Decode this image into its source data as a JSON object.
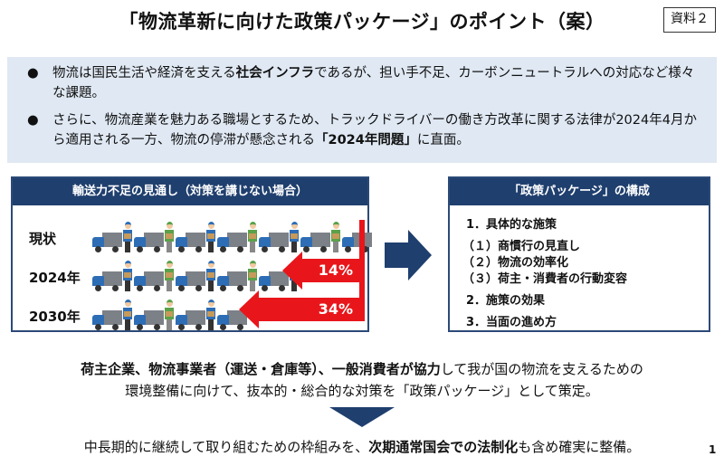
{
  "title": "「物流革新に向けた政策パッケージ」のポイント（案）",
  "doc_tag": "資料２",
  "intro": {
    "b1_pre": "物流は国民生活や経済を支える",
    "b1_bold": "社会インフラ",
    "b1_post": "であるが、担い手不足、カーボンニュートラルへの対応など様々な課題。",
    "b2_pre": "さらに、物流産業を魅力ある職場とするため、トラックドライバーの働き方改革に関する法律が2024年4月から適用される一方、物流の停滞が懸念される",
    "b2_bold": "「2024年問題」",
    "b2_post": "に直面。",
    "bullet": "●"
  },
  "left_panel": {
    "title": "輸送力不足の見通し（対策を講じない場合）",
    "rows": [
      {
        "label": "現状",
        "trucks": 7,
        "people": 6
      },
      {
        "label": "2024年",
        "trucks": 5,
        "people": 5,
        "shortfall": "14%"
      },
      {
        "label": "2030年",
        "trucks": 4,
        "people": 3,
        "shortfall": "34%"
      }
    ]
  },
  "right_panel": {
    "title": "「政策パッケージ」の構成",
    "items": [
      "1．具体的な施策",
      "（１）商慣行の見直し",
      "（２）物流の効率化",
      "（３）荷主・消費者の行動変容",
      "2．施策の効果",
      "3．当面の進め方"
    ]
  },
  "summary": {
    "p1": "荷主企業",
    "p2": "、",
    "p3": "物流事業者",
    "p4": "（運送・倉庫等）、",
    "p5": "一般消費者が協力",
    "p6": "して我が国の物流を支えるための",
    "line2": "環境整備に向けて、抜本的・総合的な対策を「政策パッケージ」として策定。"
  },
  "conclusion": {
    "pre": "中長期的に継続して取り組むための枠組みを、",
    "bold": "次期通常国会での法制化",
    "post": "も含め確実に整備。"
  },
  "page_number": "1",
  "colors": {
    "navy": "#1f3f6e",
    "red": "#e8161b",
    "intro_bg": "#dfe8f3"
  }
}
